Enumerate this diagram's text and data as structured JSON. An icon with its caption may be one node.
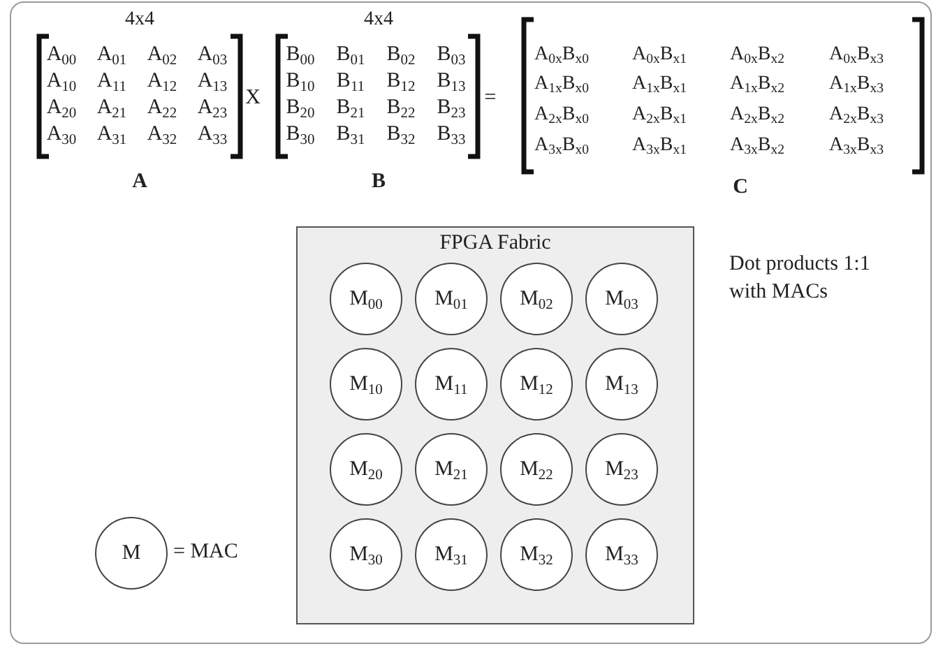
{
  "diagram": {
    "nodes": [
      {
        "text": [
          "FPGA Fabric"
        ]
      },
      {
        "text": [
          "M$_{00}$"
        ],
        "in": 0
      },
      {
        "text": [
          "M$_{01}$"
        ],
        "in": 0
      },
      {
        "text": [
          "M$_{02}$"
        ],
        "in": 0
      },
      {
        "text": [
          "M$_{03}$"
        ],
        "in": 0
      },
      {
        "text": [
          "M$_{10}$"
        ],
        "in": 0
      },
      {
        "text": [
          "M$_{11}$"
        ],
        "in": 0
      },
      {
        "text": [
          "M$_{12}$"
        ],
        "in": 0
      },
      {
        "text": [
          "M$_{13}$"
        ],
        "in": 0
      },
      {
        "text": [
          "M$_{20}$"
        ],
        "in": 0
      },
      {
        "text": [
          "M$_{21}$"
        ],
        "in": 0
      },
      {
        "text": [
          "M$_{22}$"
        ],
        "in": 0
      },
      {
        "text": [
          "M$_{23}$"
        ],
        "in": 0
      },
      {
        "text": [
          "M$_{30}$"
        ],
        "in": 0
      },
      {
        "text": [
          "M$_{31}$"
        ],
        "in": 0
      },
      {
        "text": [
          "M$_{32}$"
        ],
        "in": 0
      },
      {
        "text": [
          "M$_{33}$"
        ],
        "in": 0
      },
      {
        "text": [
          "M"
        ],
        "beside": [
          "= MAC"
        ]
      }
    ],
    "labels": [
      "4x4",
      "A$_{00}$",
      "A$_{01}$",
      "A$_{02}$",
      "A$_{03}$",
      "A$_{10}$",
      "A$_{11}$",
      "A$_{12}$",
      "A$_{13}$",
      "A$_{20}$",
      "A$_{21}$",
      "A$_{22}$",
      "A$_{23}$",
      "A$_{30}$",
      "A$_{31}$",
      "A$_{32}$",
      "A$_{33}$",
      "A",
      "X",
      "4x4",
      "B$_{00}$",
      "B$_{01}$",
      "B$_{02}$",
      "B$_{03}$",
      "B$_{10}$",
      "B$_{11}$",
      "B$_{12}$",
      "B$_{13}$",
      "B$_{20}$",
      "B$_{21}$",
      "B$_{22}$",
      "B$_{23}$",
      "B$_{30}$",
      "B$_{31}$",
      "B$_{32}$",
      "B$_{33}$",
      "B",
      "=",
      "A$_{0x}$B$_{x0}$",
      "A$_{0x}$B$_{x1}$",
      "A$_{0x}$B$_{x2}$",
      "A$_{0x}$B$_{x3}$",
      "A$_{1x}$B$_{x0}$",
      "A$_{1x}$B$_{x1}$",
      "A$_{1x}$B$_{x2}$",
      "A$_{1x}$B$_{x3}$",
      "A$_{2x}$B$_{x0}$",
      "A$_{2x}$B$_{x1}$",
      "A$_{2x}$B$_{x2}$",
      "A$_{2x}$B$_{x3}$",
      "A$_{3x}$B$_{x0}$",
      "A$_{3x}$B$_{x1}$",
      "A$_{3x}$B$_{x2}$",
      "A$_{3x}$B$_{x3}$",
      "C",
      "Dot products 1:1 with MACs"
    ]
  }
}
